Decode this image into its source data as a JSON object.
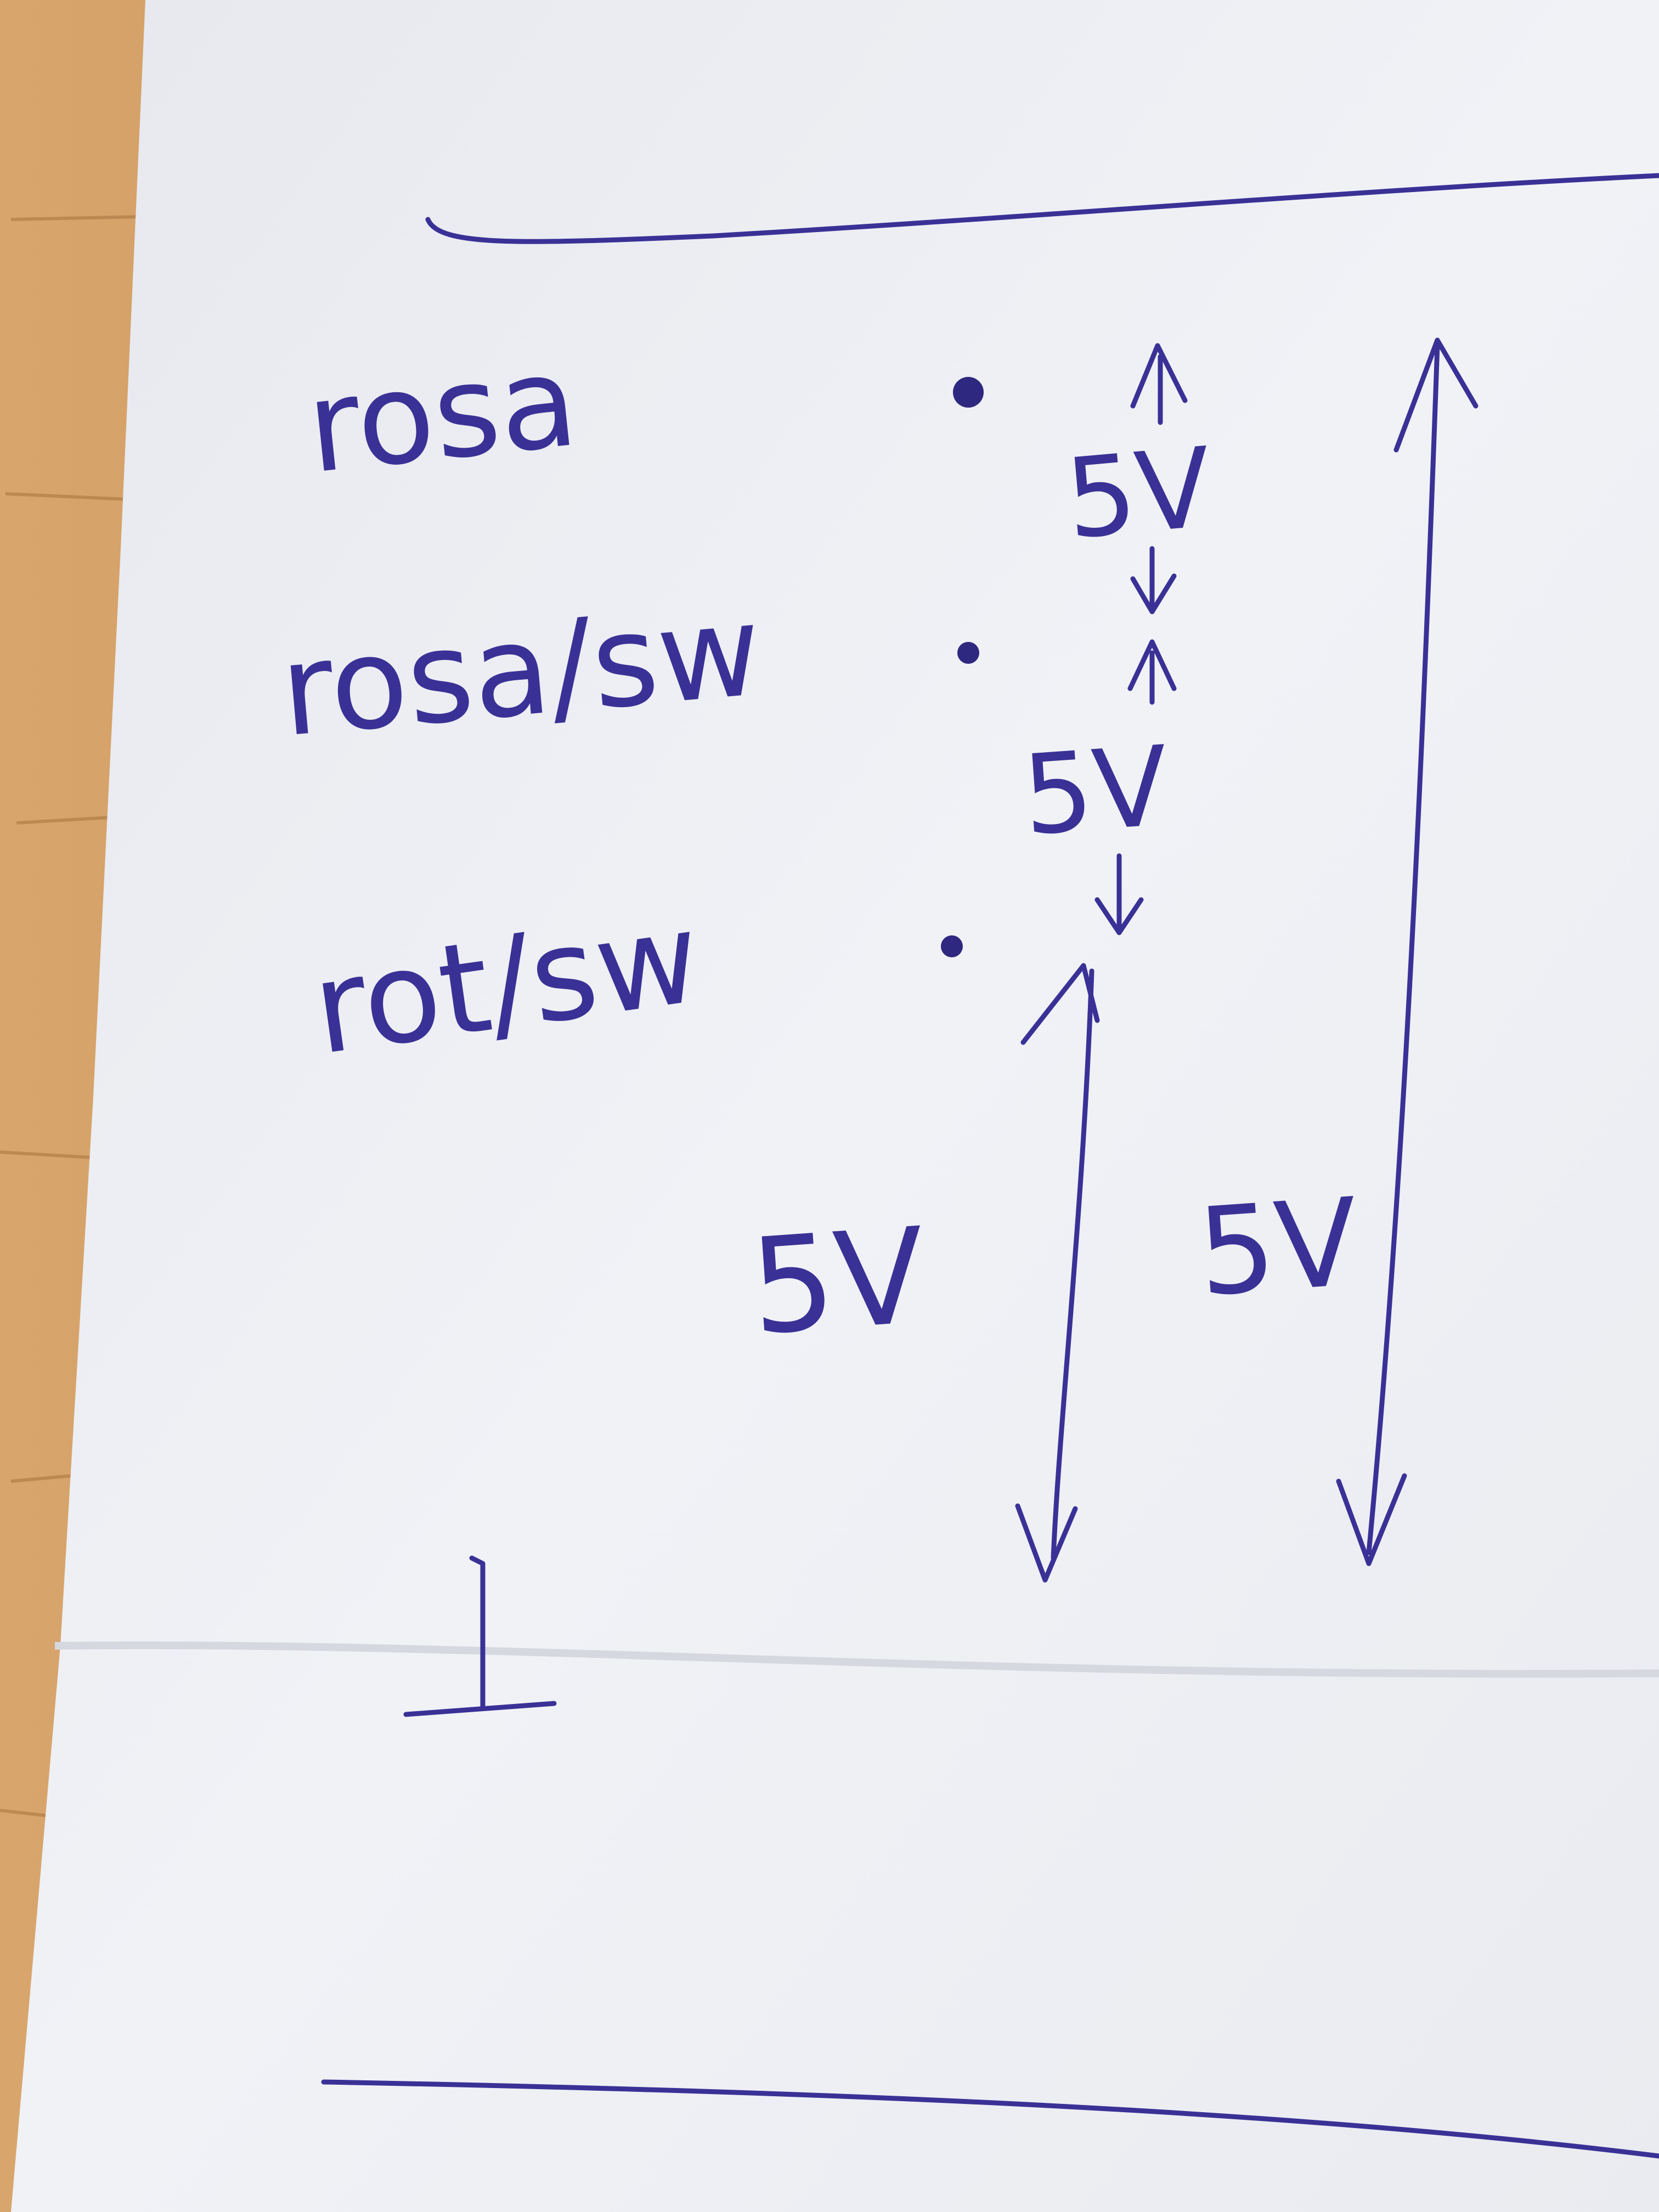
{
  "photo": {
    "ink_color": "#3a3196",
    "paper_color": "#eff1f5",
    "table_color": "#c9955c"
  },
  "labels": {
    "wire_1": "rosa",
    "wire_2": "rosa/sw",
    "wire_3": "rot/sw"
  },
  "voltages": {
    "rosa_to_rosa_sw": "5V",
    "rosa_sw_to_rot_sw": "5V",
    "rot_sw_to_ground": "5V",
    "rosa_to_ground": "5V"
  },
  "symbols": {
    "ground_symbol": "ground-symbol"
  }
}
